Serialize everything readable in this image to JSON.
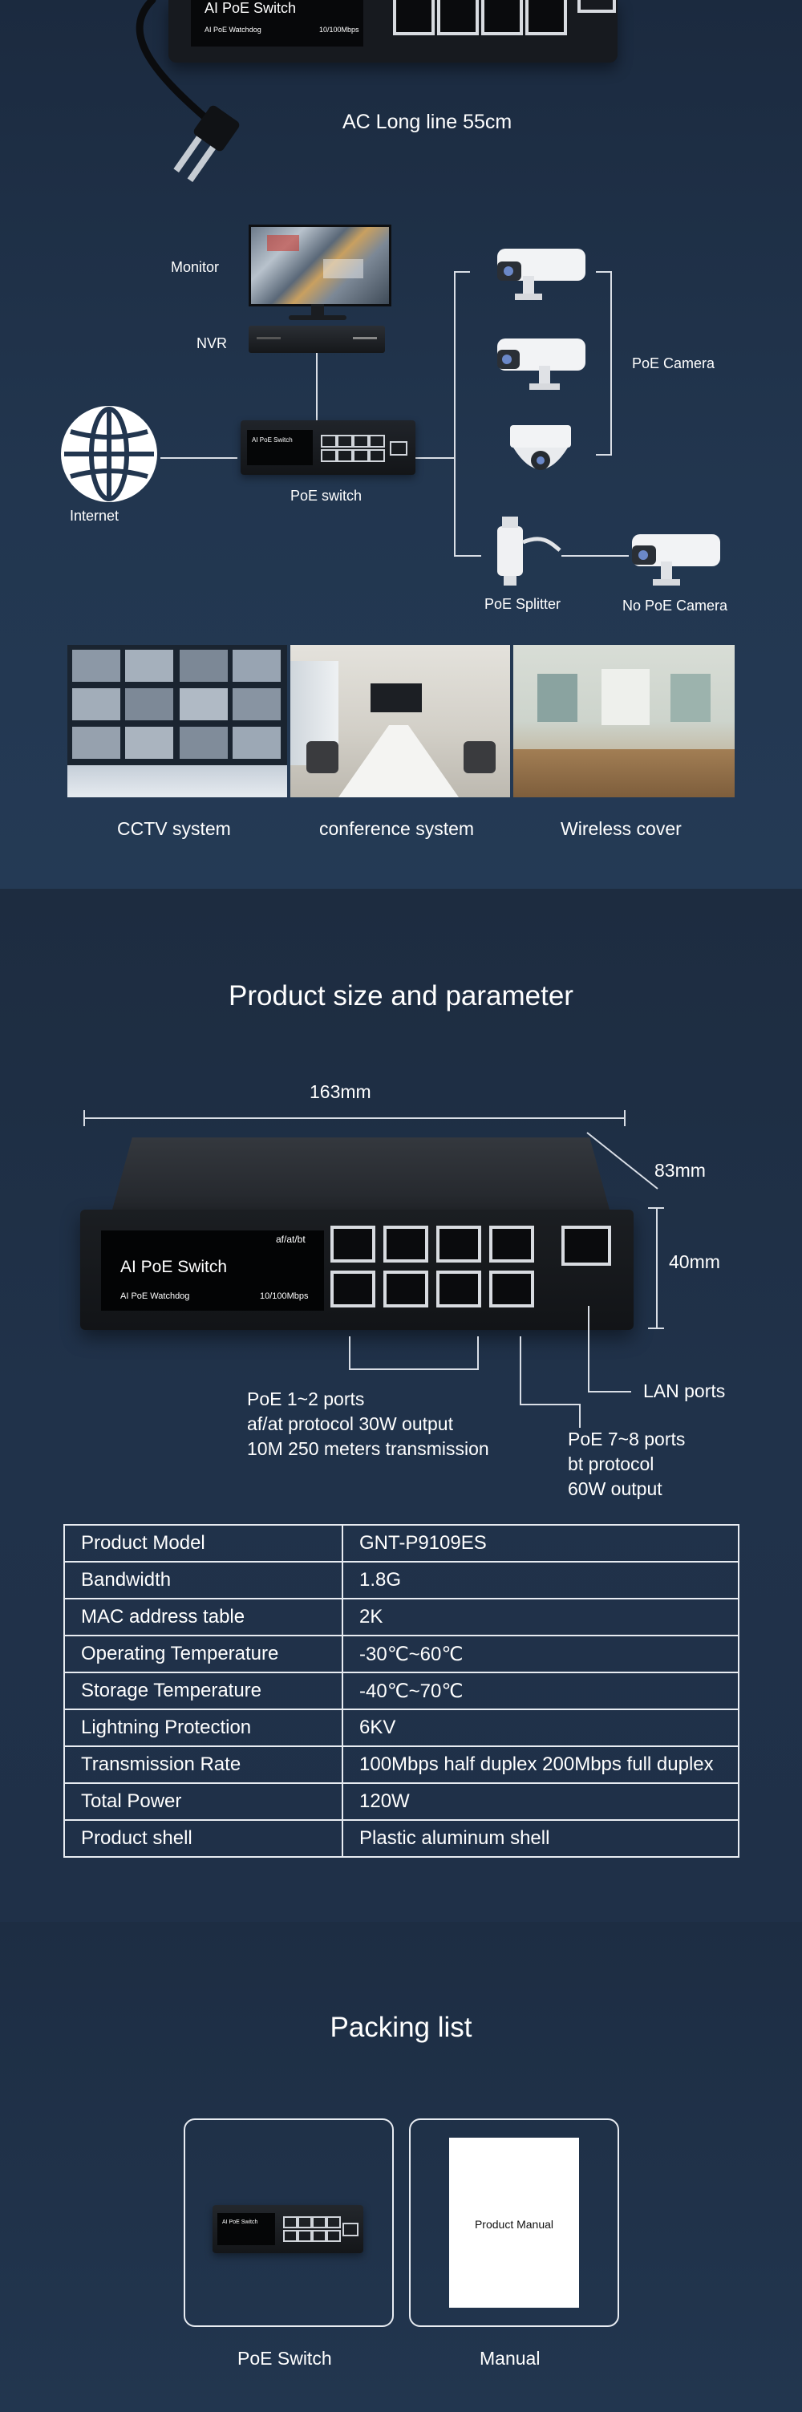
{
  "top": {
    "device_brand": "AI PoE Switch",
    "device_sub": "AI PoE Watchdog",
    "device_speed": "10/100Mbps",
    "cable_label": "AC Long line 55cm"
  },
  "topology": {
    "monitor": "Monitor",
    "nvr": "NVR",
    "internet": "Internet",
    "switch": "PoE switch",
    "poe_camera": "PoE Camera",
    "splitter": "PoE Splitter",
    "no_poe_camera": "No PoE Camera",
    "switch_brand": "AI PoE Switch"
  },
  "applications": [
    {
      "label": "CCTV system"
    },
    {
      "label": "conference system"
    },
    {
      "label": "Wireless cover"
    }
  ],
  "size": {
    "title": "Product size and parameter",
    "width": "163mm",
    "depth": "83mm",
    "height": "40mm",
    "device_brand": "AI PoE Switch",
    "device_sub": "AI PoE Watchdog",
    "device_speed": "10/100Mbps",
    "device_protocol": "af/at/bt",
    "lan_label": "LAN ports",
    "poe12": [
      "PoE 1~2 ports",
      "af/at protocol 30W output",
      "10M 250 meters transmission"
    ],
    "poe78": [
      "PoE 7~8  ports",
      "bt protocol",
      "60W output"
    ]
  },
  "params": [
    {
      "k": "Product Model",
      "v": "GNT-P9109ES"
    },
    {
      "k": "Bandwidth",
      "v": "1.8G"
    },
    {
      "k": "MAC address table",
      "v": "2K"
    },
    {
      "k": "Operating Temperature",
      "v": "-30℃~60℃"
    },
    {
      "k": "Storage Temperature",
      "v": "-40℃~70℃"
    },
    {
      "k": "Lightning Protection",
      "v": "6KV"
    },
    {
      "k": "Transmission Rate",
      "v": "100Mbps half duplex  200Mbps full duplex"
    },
    {
      "k": "Total Power",
      "v": "120W"
    },
    {
      "k": "Product shell",
      "v": "Plastic aluminum shell"
    }
  ],
  "packing": {
    "title": "Packing list",
    "item1": "PoE Switch",
    "item2": "Manual",
    "manual_cover": "Product Manual",
    "mini_brand": "AI PoE Switch"
  }
}
